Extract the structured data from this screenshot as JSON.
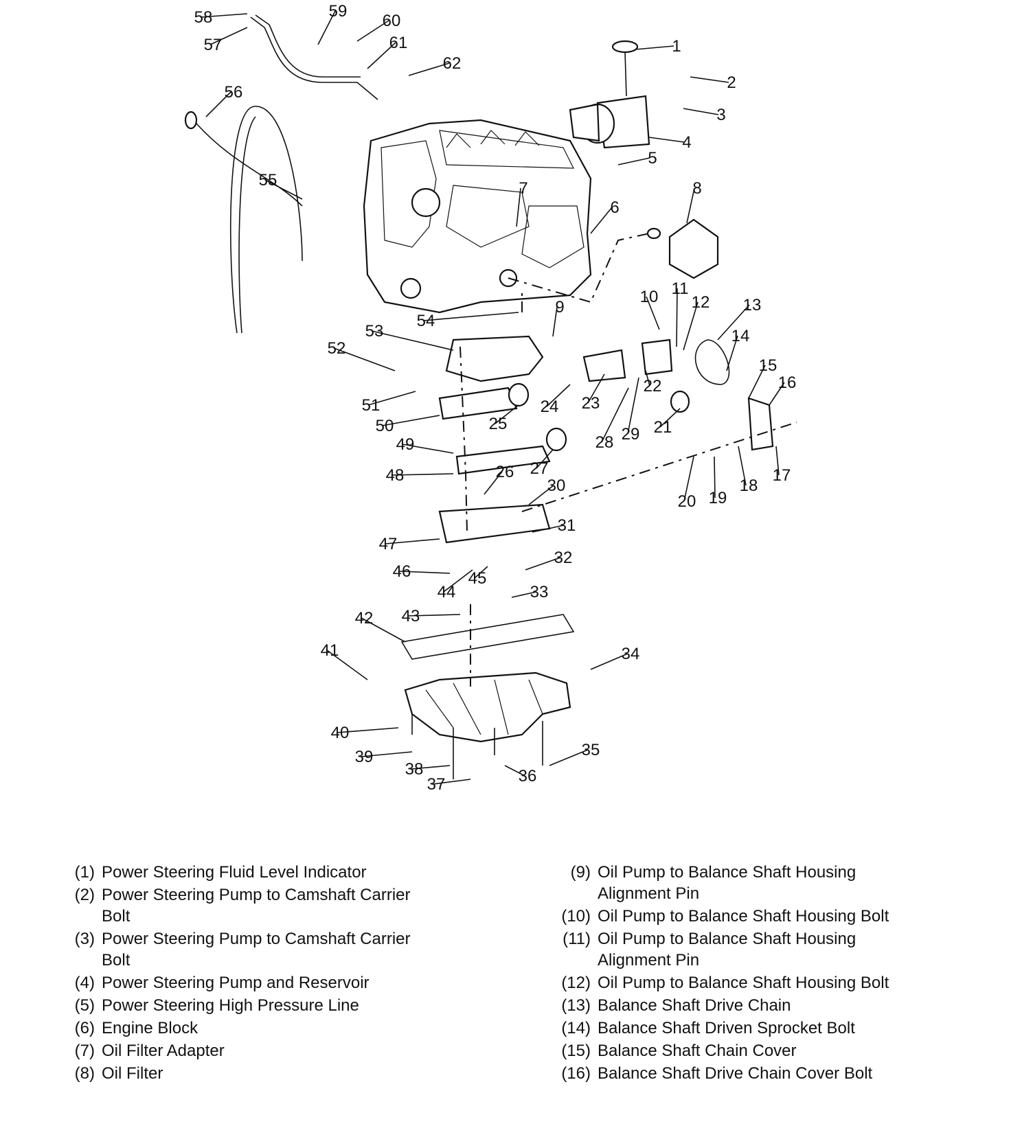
{
  "callouts": [
    "1",
    "2",
    "3",
    "4",
    "5",
    "6",
    "7",
    "8",
    "9",
    "10",
    "11",
    "12",
    "13",
    "14",
    "15",
    "16",
    "17",
    "18",
    "19",
    "20",
    "21",
    "22",
    "23",
    "24",
    "25",
    "26",
    "27",
    "28",
    "29",
    "30",
    "31",
    "32",
    "33",
    "34",
    "35",
    "36",
    "37",
    "38",
    "39",
    "40",
    "41",
    "42",
    "43",
    "44",
    "45",
    "46",
    "47",
    "48",
    "49",
    "50",
    "51",
    "52",
    "53",
    "54",
    "55",
    "56",
    "57",
    "58",
    "59",
    "60",
    "61",
    "62"
  ],
  "legend": [
    {
      "num": "(1)",
      "label": "Power Steering Fluid Level Indicator"
    },
    {
      "num": "(2)",
      "label": "Power Steering Pump to Camshaft Carrier Bolt"
    },
    {
      "num": "(3)",
      "label": "Power Steering Pump to Camshaft Carrier Bolt"
    },
    {
      "num": "(4)",
      "label": "Power Steering Pump and Reservoir"
    },
    {
      "num": "(5)",
      "label": "Power Steering High Pressure Line"
    },
    {
      "num": "(6)",
      "label": "Engine Block"
    },
    {
      "num": "(7)",
      "label": "Oil Filter Adapter"
    },
    {
      "num": "(8)",
      "label": "Oil Filter"
    },
    {
      "num": "(9)",
      "label": "Oil Pump to Balance Shaft Housing Alignment Pin"
    },
    {
      "num": "(10)",
      "label": "Oil Pump to Balance Shaft Housing Bolt"
    },
    {
      "num": "(11)",
      "label": "Oil Pump to Balance Shaft Housing Alignment Pin"
    },
    {
      "num": "(12)",
      "label": "Oil Pump to Balance Shaft Housing Bolt"
    },
    {
      "num": "(13)",
      "label": "Balance Shaft Drive Chain"
    },
    {
      "num": "(14)",
      "label": "Balance Shaft Driven Sprocket Bolt"
    },
    {
      "num": "(15)",
      "label": "Balance Shaft Chain Cover"
    },
    {
      "num": "(16)",
      "label": "Balance Shaft Drive Chain Cover Bolt"
    }
  ]
}
